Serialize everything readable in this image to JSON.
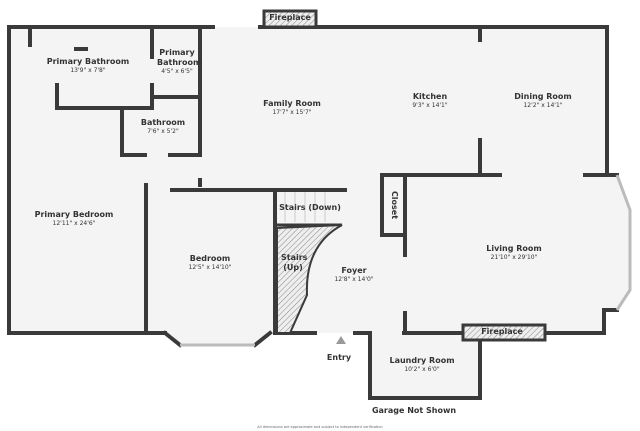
{
  "rooms": [
    {
      "name": "Primary Bathroom",
      "dims": "13'9\" x 7'8\""
    },
    {
      "name": "Primary Bathroom",
      "dims": "4'5\" x 6'5\""
    },
    {
      "name": "Bathroom",
      "dims": "7'6\" x 5'2\""
    },
    {
      "name": "Family Room",
      "dims": "17'7\" x 15'7\""
    },
    {
      "name": "Kitchen",
      "dims": "9'3\" x 14'1\""
    },
    {
      "name": "Dining Room",
      "dims": "12'2\" x 14'1\""
    },
    {
      "name": "Primary Bedroom",
      "dims": "12'11\" x 24'6\""
    },
    {
      "name": "Bedroom",
      "dims": "12'5\" x 14'10\""
    },
    {
      "name": "Foyer",
      "dims": "12'8\" x 14'0\""
    },
    {
      "name": "Living Room",
      "dims": "21'10\" x 29'10\""
    },
    {
      "name": "Laundry Room",
      "dims": "10'2\" x 6'0\""
    }
  ],
  "features": {
    "fireplace_top": "Fireplace",
    "fireplace_bottom": "Fireplace",
    "stairs_down": "Stairs (Down)",
    "stairs_up": "Stairs (Up)",
    "closet": "Closet",
    "entry": "Entry",
    "garage": "Garage Not Shown"
  },
  "disclaimer": "All dimensions are approximate and subject to independent verification",
  "colors": {
    "wall": "#3a3a3a",
    "floor": "#f4f4f4"
  }
}
